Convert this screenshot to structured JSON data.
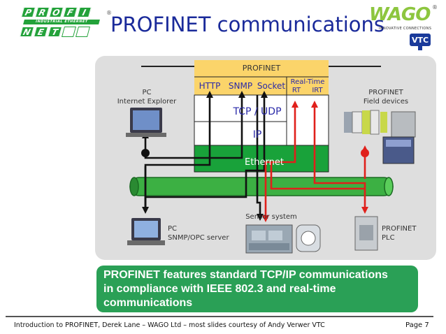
{
  "title": "PROFINET communications",
  "logo": {
    "letters_top": [
      "P",
      "R",
      "O",
      "F",
      "I"
    ],
    "letters_bottom": [
      "N",
      "E",
      "T"
    ],
    "strip": "INDUSTRIAL ETHERNET",
    "registered": "®"
  },
  "wago": {
    "name": "WAGO",
    "registered": "®",
    "tagline": "INNOVATIVE CONNECTIONS",
    "vtc": "VTC"
  },
  "stack": {
    "profinet": "PROFINET",
    "http": "HTTP",
    "snmp": "SNMP",
    "socket": "Socket",
    "realtime": "Real-Time",
    "rt": "RT",
    "irt": "IRT",
    "tcp_udp": "TCP / UDP",
    "ip": "IP",
    "ethernet": "Ethernet"
  },
  "nodes": {
    "pc_ie_1": "PC",
    "pc_ie_2": "Internet Explorer",
    "field_1": "PROFINET",
    "field_2": "Field devices",
    "pc_snmp_1": "PC",
    "pc_snmp_2": "SNMP/OPC server",
    "sensor": "Sensor system",
    "plc_1": "PROFINET",
    "plc_2": "PLC"
  },
  "summary": [
    "PROFINET features standard TCP/IP communications",
    "in compliance with IEEE 802.3 and real-time",
    "communications"
  ],
  "footer": "Introduction to PROFINET, Derek Lane – WAGO Ltd – most slides courtesy of Andy Verwer VTC",
  "page": "Page 7",
  "colors": {
    "title": "#1a2a9a",
    "green": "#2aa056",
    "cable": "#3cb043",
    "realtime_box": "#fbd46a",
    "red_path": "#e0201b"
  }
}
